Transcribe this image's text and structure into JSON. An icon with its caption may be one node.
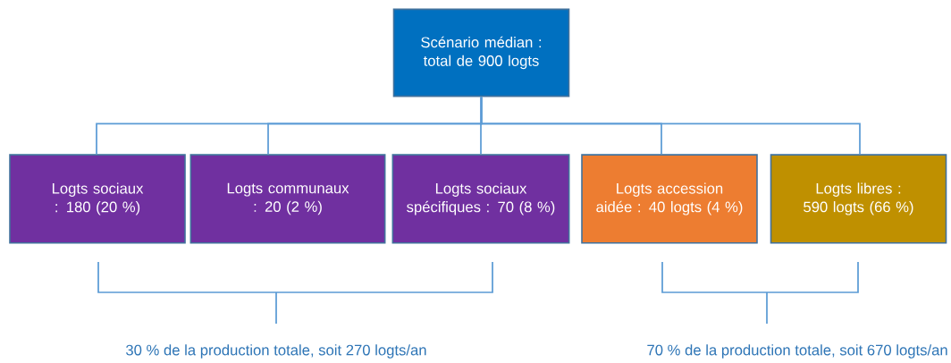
{
  "diagram": {
    "nodes": [
      {
        "text": [
          "Scénario médian : total de 900 logts"
        ]
      },
      {
        "text": [
          "Logts sociaux : 180 (20 %)"
        ]
      },
      {
        "text": [
          "Logts communaux : 20 (2 %)"
        ]
      },
      {
        "text": [
          "Logts sociaux spécifiques : 70 (8 %)"
        ]
      },
      {
        "text": [
          "Logts accession aidée : 40 logts (4 %)"
        ]
      },
      {
        "text": [
          "Logts libres : 590 logts (66 %)"
        ]
      }
    ],
    "edges": [
      {
        "from": 0,
        "to": 1,
        "arrow": "none"
      },
      {
        "from": 0,
        "to": 2,
        "arrow": "none"
      },
      {
        "from": 0,
        "to": 3,
        "arrow": "none"
      },
      {
        "from": 0,
        "to": 4,
        "arrow": "none"
      },
      {
        "from": 0,
        "to": 5,
        "arrow": "none"
      }
    ],
    "labels": [
      "30 % de la production totale, soit 270 logts/an",
      "70 % de la production totale, soit 670 logts/an"
    ]
  }
}
